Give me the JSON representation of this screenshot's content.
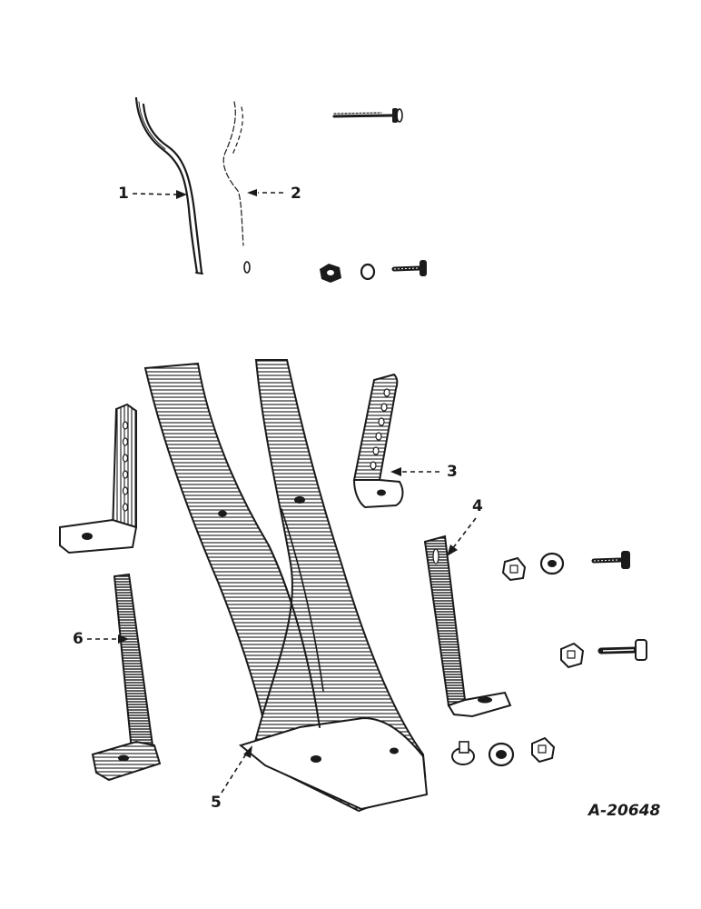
{
  "callouts": {
    "c1": "1",
    "c2": "2",
    "c3": "3",
    "c4": "4",
    "c5": "5",
    "c6": "6"
  },
  "figure_id": "A-20648",
  "colors": {
    "ink": "#1a1a1a",
    "paper": "#ffffff"
  }
}
